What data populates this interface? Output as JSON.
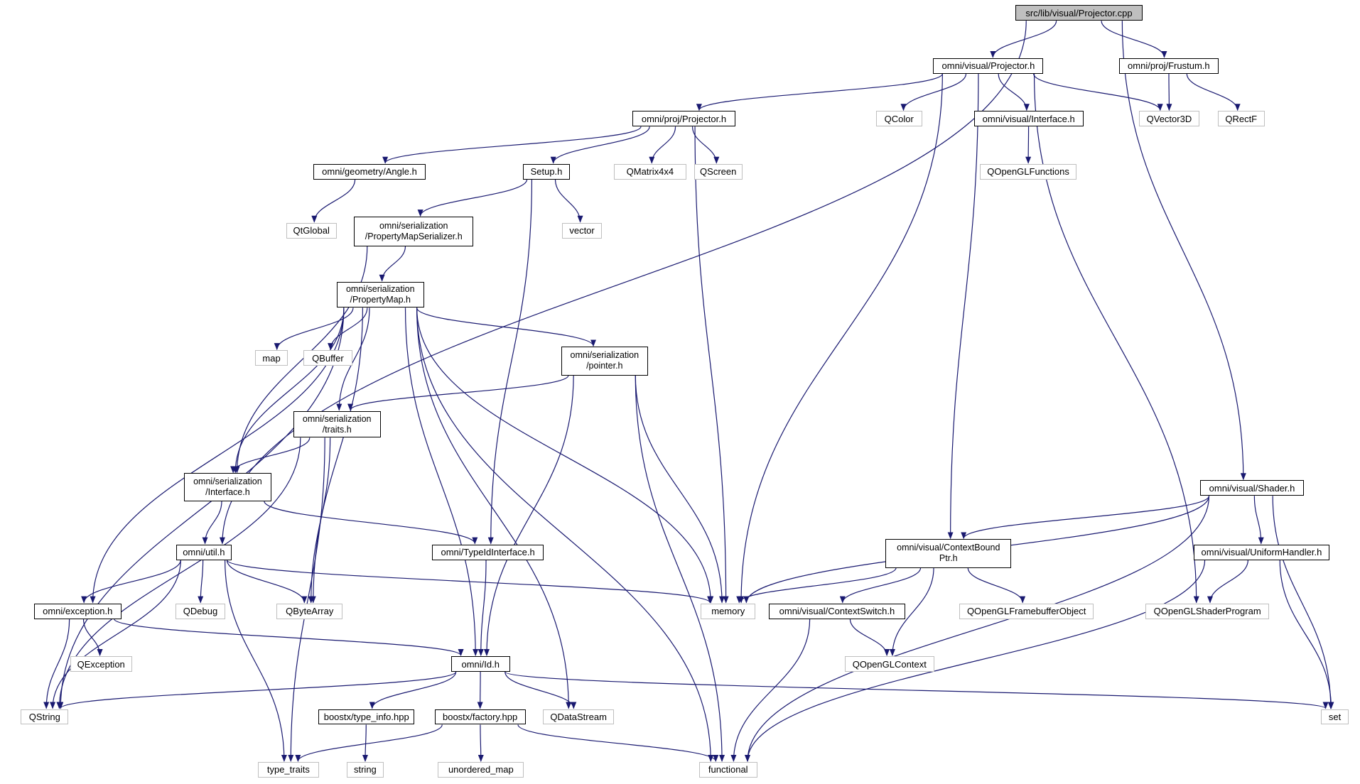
{
  "root": "src/lib/visual/Projector.cpp",
  "nodes": {
    "root": {
      "label": "src/lib/visual/Projector.cpp",
      "kind": "root"
    },
    "visual_projector": {
      "label": "omni/visual/Projector.h",
      "kind": "internal"
    },
    "proj_frustum": {
      "label": "omni/proj/Frustum.h",
      "kind": "internal"
    },
    "proj_projector": {
      "label": "omni/proj/Projector.h",
      "kind": "internal"
    },
    "qcolor": {
      "label": "QColor",
      "kind": "external"
    },
    "visual_interface": {
      "label": "omni/visual/Interface.h",
      "kind": "internal"
    },
    "qvector3d": {
      "label": "QVector3D",
      "kind": "external"
    },
    "qrectf": {
      "label": "QRectF",
      "kind": "external"
    },
    "geometry_angle": {
      "label": "omni/geometry/Angle.h",
      "kind": "internal"
    },
    "setup": {
      "label": "Setup.h",
      "kind": "internal"
    },
    "qmatrix4x4": {
      "label": "QMatrix4x4",
      "kind": "external"
    },
    "qscreen": {
      "label": "QScreen",
      "kind": "external"
    },
    "qopenglfunctions": {
      "label": "QOpenGLFunctions",
      "kind": "external"
    },
    "qtglobal": {
      "label": "QtGlobal",
      "kind": "external"
    },
    "vector": {
      "label": "vector",
      "kind": "external"
    },
    "pm_serializer": {
      "label": "omni/serialization\n/PropertyMapSerializer.h",
      "kind": "internal"
    },
    "property_map": {
      "label": "omni/serialization\n/PropertyMap.h",
      "kind": "internal"
    },
    "map": {
      "label": "map",
      "kind": "external"
    },
    "qbuffer": {
      "label": "QBuffer",
      "kind": "external"
    },
    "ser_pointer": {
      "label": "omni/serialization\n/pointer.h",
      "kind": "internal"
    },
    "ser_traits": {
      "label": "omni/serialization\n/traits.h",
      "kind": "internal"
    },
    "ser_interface": {
      "label": "omni/serialization\n/Interface.h",
      "kind": "internal"
    },
    "visual_shader": {
      "label": "omni/visual/Shader.h",
      "kind": "internal"
    },
    "util": {
      "label": "omni/util.h",
      "kind": "internal"
    },
    "typeid_interface": {
      "label": "omni/TypeIdInterface.h",
      "kind": "internal"
    },
    "context_bound_ptr": {
      "label": "omni/visual/ContextBound\nPtr.h",
      "kind": "internal"
    },
    "uniform_handler": {
      "label": "omni/visual/UniformHandler.h",
      "kind": "internal"
    },
    "exception": {
      "label": "omni/exception.h",
      "kind": "internal"
    },
    "qdebug": {
      "label": "QDebug",
      "kind": "external"
    },
    "qbytearray": {
      "label": "QByteArray",
      "kind": "external"
    },
    "memory": {
      "label": "memory",
      "kind": "external"
    },
    "context_switch": {
      "label": "omni/visual/ContextSwitch.h",
      "kind": "internal"
    },
    "qopenglfbo": {
      "label": "QOpenGLFramebufferObject",
      "kind": "external"
    },
    "qopenglshaderprogram": {
      "label": "QOpenGLShaderProgram",
      "kind": "external"
    },
    "qexception": {
      "label": "QException",
      "kind": "external"
    },
    "id": {
      "label": "omni/Id.h",
      "kind": "internal"
    },
    "qopenglcontext": {
      "label": "QOpenGLContext",
      "kind": "external"
    },
    "qstring": {
      "label": "QString",
      "kind": "external"
    },
    "type_info": {
      "label": "boostx/type_info.hpp",
      "kind": "internal"
    },
    "factory": {
      "label": "boostx/factory.hpp",
      "kind": "internal"
    },
    "qdatastream": {
      "label": "QDataStream",
      "kind": "external"
    },
    "set": {
      "label": "set",
      "kind": "external"
    },
    "type_traits": {
      "label": "type_traits",
      "kind": "external"
    },
    "string": {
      "label": "string",
      "kind": "external"
    },
    "unordered_map": {
      "label": "unordered_map",
      "kind": "external"
    },
    "functional": {
      "label": "functional",
      "kind": "external"
    }
  },
  "edges": [
    [
      "root",
      "visual_projector"
    ],
    [
      "root",
      "proj_frustum"
    ],
    [
      "root",
      "util"
    ],
    [
      "root",
      "visual_shader"
    ],
    [
      "visual_projector",
      "proj_projector"
    ],
    [
      "visual_projector",
      "qcolor"
    ],
    [
      "visual_projector",
      "visual_interface"
    ],
    [
      "visual_projector",
      "qvector3d"
    ],
    [
      "visual_projector",
      "memory"
    ],
    [
      "visual_projector",
      "context_bound_ptr"
    ],
    [
      "visual_projector",
      "qopenglshaderprogram"
    ],
    [
      "proj_frustum",
      "qvector3d"
    ],
    [
      "proj_frustum",
      "qrectf"
    ],
    [
      "proj_projector",
      "geometry_angle"
    ],
    [
      "proj_projector",
      "setup"
    ],
    [
      "proj_projector",
      "qmatrix4x4"
    ],
    [
      "proj_projector",
      "qscreen"
    ],
    [
      "proj_projector",
      "memory"
    ],
    [
      "visual_interface",
      "qopenglfunctions"
    ],
    [
      "geometry_angle",
      "qtglobal"
    ],
    [
      "setup",
      "pm_serializer"
    ],
    [
      "setup",
      "vector"
    ],
    [
      "setup",
      "typeid_interface"
    ],
    [
      "pm_serializer",
      "property_map"
    ],
    [
      "pm_serializer",
      "ser_interface"
    ],
    [
      "property_map",
      "map"
    ],
    [
      "property_map",
      "qbuffer"
    ],
    [
      "property_map",
      "ser_pointer"
    ],
    [
      "property_map",
      "ser_traits"
    ],
    [
      "property_map",
      "ser_interface"
    ],
    [
      "property_map",
      "exception"
    ],
    [
      "property_map",
      "qstring"
    ],
    [
      "property_map",
      "qbytearray"
    ],
    [
      "property_map",
      "id"
    ],
    [
      "property_map",
      "qdatastream"
    ],
    [
      "property_map",
      "memory"
    ],
    [
      "property_map",
      "functional"
    ],
    [
      "ser_pointer",
      "ser_traits"
    ],
    [
      "ser_pointer",
      "id"
    ],
    [
      "ser_pointer",
      "memory"
    ],
    [
      "ser_pointer",
      "functional"
    ],
    [
      "ser_traits",
      "ser_interface"
    ],
    [
      "ser_traits",
      "qbytearray"
    ],
    [
      "ser_traits",
      "qstring"
    ],
    [
      "ser_traits",
      "type_traits"
    ],
    [
      "ser_interface",
      "util"
    ],
    [
      "ser_interface",
      "typeid_interface"
    ],
    [
      "typeid_interface",
      "id"
    ],
    [
      "util",
      "exception"
    ],
    [
      "util",
      "qstring"
    ],
    [
      "util",
      "qdebug"
    ],
    [
      "util",
      "qbytearray"
    ],
    [
      "util",
      "memory"
    ],
    [
      "util",
      "type_traits"
    ],
    [
      "exception",
      "qexception"
    ],
    [
      "exception",
      "qstring"
    ],
    [
      "exception",
      "id"
    ],
    [
      "id",
      "qstring"
    ],
    [
      "id",
      "type_info"
    ],
    [
      "id",
      "factory"
    ],
    [
      "id",
      "qdatastream"
    ],
    [
      "id",
      "set"
    ],
    [
      "type_info",
      "string"
    ],
    [
      "factory",
      "type_traits"
    ],
    [
      "factory",
      "unordered_map"
    ],
    [
      "factory",
      "functional"
    ],
    [
      "visual_shader",
      "memory"
    ],
    [
      "visual_shader",
      "context_bound_ptr"
    ],
    [
      "visual_shader",
      "uniform_handler"
    ],
    [
      "visual_shader",
      "functional"
    ],
    [
      "visual_shader",
      "set"
    ],
    [
      "context_bound_ptr",
      "memory"
    ],
    [
      "context_bound_ptr",
      "context_switch"
    ],
    [
      "context_bound_ptr",
      "qopenglfbo"
    ],
    [
      "context_bound_ptr",
      "qopenglcontext"
    ],
    [
      "context_switch",
      "qopenglcontext"
    ],
    [
      "context_switch",
      "functional"
    ],
    [
      "uniform_handler",
      "qopenglshaderprogram"
    ],
    [
      "uniform_handler",
      "set"
    ],
    [
      "uniform_handler",
      "functional"
    ]
  ],
  "colors": {
    "edge": "#191970",
    "node_border": "#000000",
    "external_border": "#bfbfbf",
    "root_fill": "#bfbfbf"
  }
}
